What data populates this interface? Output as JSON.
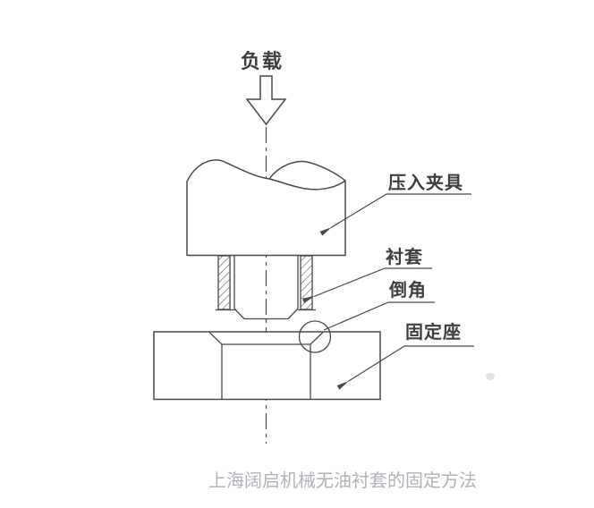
{
  "diagram": {
    "labels": {
      "load": "负载",
      "press_fixture": "压入夹具",
      "bushing": "衬套",
      "chamfer": "倒角",
      "mount_base": "固定座"
    },
    "caption": "上海阔启机械无油衬套的固定方法",
    "icons": {
      "load_arrow": "hollow-down-arrow",
      "detail_circle": "chamfer-detail-circle"
    },
    "colors": {
      "line": "#49494c",
      "label_text": "#3e3e41",
      "caption_text": "#b0b3ba",
      "background": "#ffffff"
    }
  }
}
